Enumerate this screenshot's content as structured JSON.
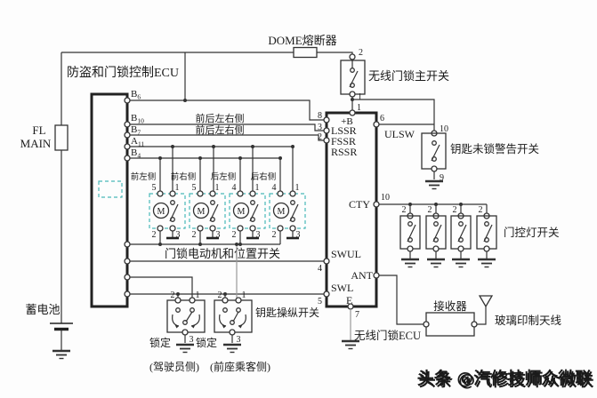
{
  "labels": {
    "dome_fuse": "DOME熔断器",
    "anti_theft_ecu": "防盗和门锁控制ECU",
    "fl": "FL",
    "main": "MAIN",
    "battery": "蓄电池",
    "bus_front_rear_1": "前后左右侧",
    "bus_front_rear_2": "前后左右侧",
    "receiver": "接收器",
    "glass_antenna": "玻璃印制天线",
    "wireless_ecu": "无线门锁ECU"
  },
  "left_ecu": {
    "pins": [
      {
        "base": "B",
        "sub": "6"
      },
      {
        "base": "B",
        "sub": "10"
      },
      {
        "base": "B",
        "sub": "7"
      },
      {
        "base": "A",
        "sub": "11"
      },
      {
        "base": "B",
        "sub": "4"
      }
    ]
  },
  "main_switch": {
    "label": "无线门锁主开关",
    "pin_top": "2",
    "pin_bottom": "1"
  },
  "warning_switch": {
    "label": "钥匙未锁警告开关",
    "pin_top": "10",
    "pin_bottom": "9"
  },
  "right_ecu": {
    "pin1": "1",
    "plus_b": "+B",
    "pin8": "8",
    "lssr": "LSSR",
    "pin3": "3",
    "fssr": "FSSR",
    "pin2": "2",
    "rssr": "RSSR",
    "pin6": "6",
    "ulsw": "ULSW",
    "pin10": "10",
    "cty": "CTY",
    "pin4": "4",
    "swul": "SWUL",
    "ant": "ANT",
    "pin5": "5",
    "swl": "SWL",
    "e": "E",
    "pin7": "7"
  },
  "motors": {
    "title": "门锁电动机和位置开关",
    "units": [
      {
        "label": "前左侧",
        "tl": "5",
        "tr": "1",
        "bl": "2",
        "br": "3",
        "m": "M"
      },
      {
        "label": "前右侧",
        "tl": "5",
        "tr": "1",
        "bl": "2",
        "br": "3",
        "m": "M"
      },
      {
        "label": "后左侧",
        "tl": "4",
        "tr": "1",
        "bl": "2",
        "br": "3",
        "m": "M"
      },
      {
        "label": "后右侧",
        "tl": "4",
        "tr": "1",
        "bl": "2",
        "br": "3",
        "m": "M"
      }
    ]
  },
  "door_switches": {
    "label": "门控灯开关",
    "units": [
      {
        "pin": "2"
      },
      {
        "pin": "2"
      },
      {
        "pin": "2"
      },
      {
        "pin": "2"
      }
    ]
  },
  "key_switches": {
    "label": "钥匙操纵开关",
    "lock1": "锁定",
    "lock2": "锁定",
    "driver": "(驾驶员侧)",
    "passenger": "(前座乘客侧)",
    "units": [
      {
        "p2": "2",
        "p1": "1",
        "p3": "3"
      },
      {
        "p2": "2",
        "p1": "1",
        "p3": "3"
      }
    ]
  },
  "watermark": {
    "text": "头条 @汽修技师众微联"
  },
  "colors": {
    "teal_accent": "#49b8b8",
    "wire": "#333333",
    "watermark_shadow": "#8c8c8c"
  }
}
